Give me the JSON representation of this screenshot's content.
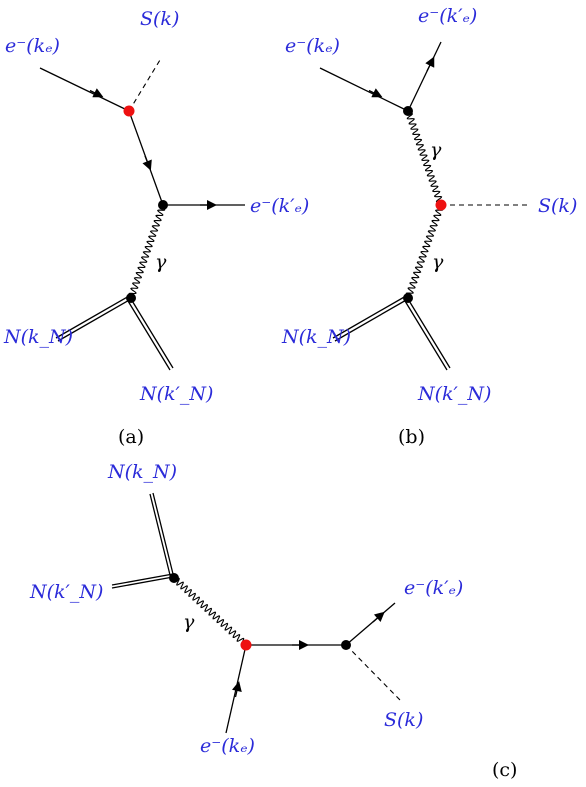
{
  "colors": {
    "label": "#2b2bd9",
    "vertex": "#000000",
    "vertex_special": "#ee1111"
  },
  "captions": {
    "a": "(a)",
    "b": "(b)",
    "c": "(c)"
  },
  "photon_symbol": "γ",
  "labels": {
    "a": {
      "e_in": "e⁻(kₑ)",
      "scalar": "S(k)",
      "e_out": "e⁻(k′ₑ)",
      "n_in": "N(k_N)",
      "n_out": "N(k′_N)"
    },
    "b": {
      "e_in": "e⁻(kₑ)",
      "e_out": "e⁻(k′ₑ)",
      "scalar": "S(k)",
      "n_in": "N(k_N)",
      "n_out": "N(k′_N)"
    },
    "c": {
      "n_in": "N(k_N)",
      "n_out": "N(k′_N)",
      "e_out": "e⁻(k′ₑ)",
      "scalar": "S(k)",
      "e_in": "e⁻(kₑ)"
    }
  }
}
